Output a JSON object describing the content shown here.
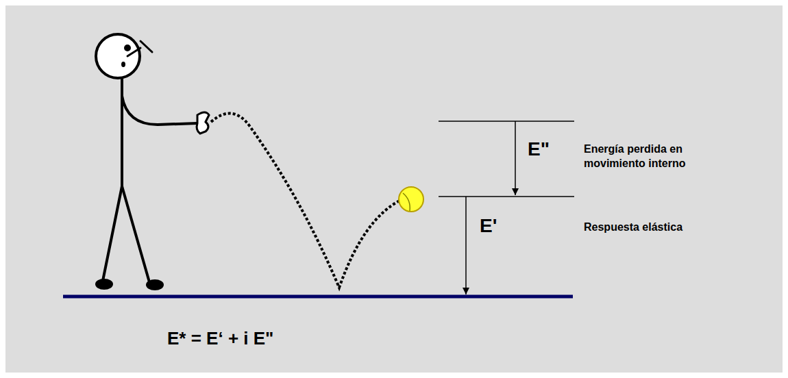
{
  "diagram": {
    "labels": [
      "E\"",
      "Energía perdida en movimiento interno",
      "E'",
      "Respuesta elástica",
      "E* = E‘ + i E\""
    ]
  }
}
